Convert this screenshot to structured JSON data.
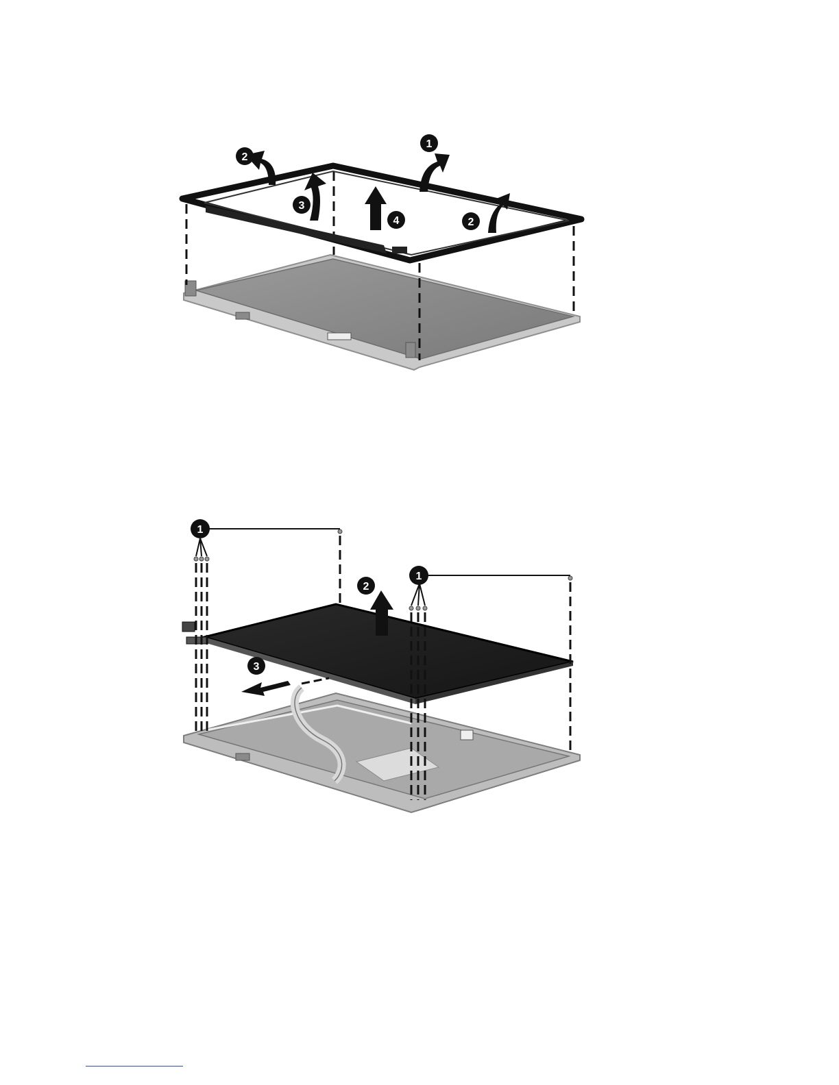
{
  "figures": [
    {
      "name": "display-bezel-removal",
      "callouts": [
        "1",
        "2",
        "2",
        "3",
        "4"
      ]
    },
    {
      "name": "display-panel-removal",
      "callouts": [
        "1",
        "1",
        "2",
        "3"
      ]
    }
  ],
  "colors": {
    "bezel": "#111111",
    "panel": "#1c1c1c",
    "enclosure": "#a9a9a9",
    "enclosure_rim": "#c4c4c4",
    "callout_fill": "#111111",
    "footnote_rule": "#2b4fa8"
  }
}
